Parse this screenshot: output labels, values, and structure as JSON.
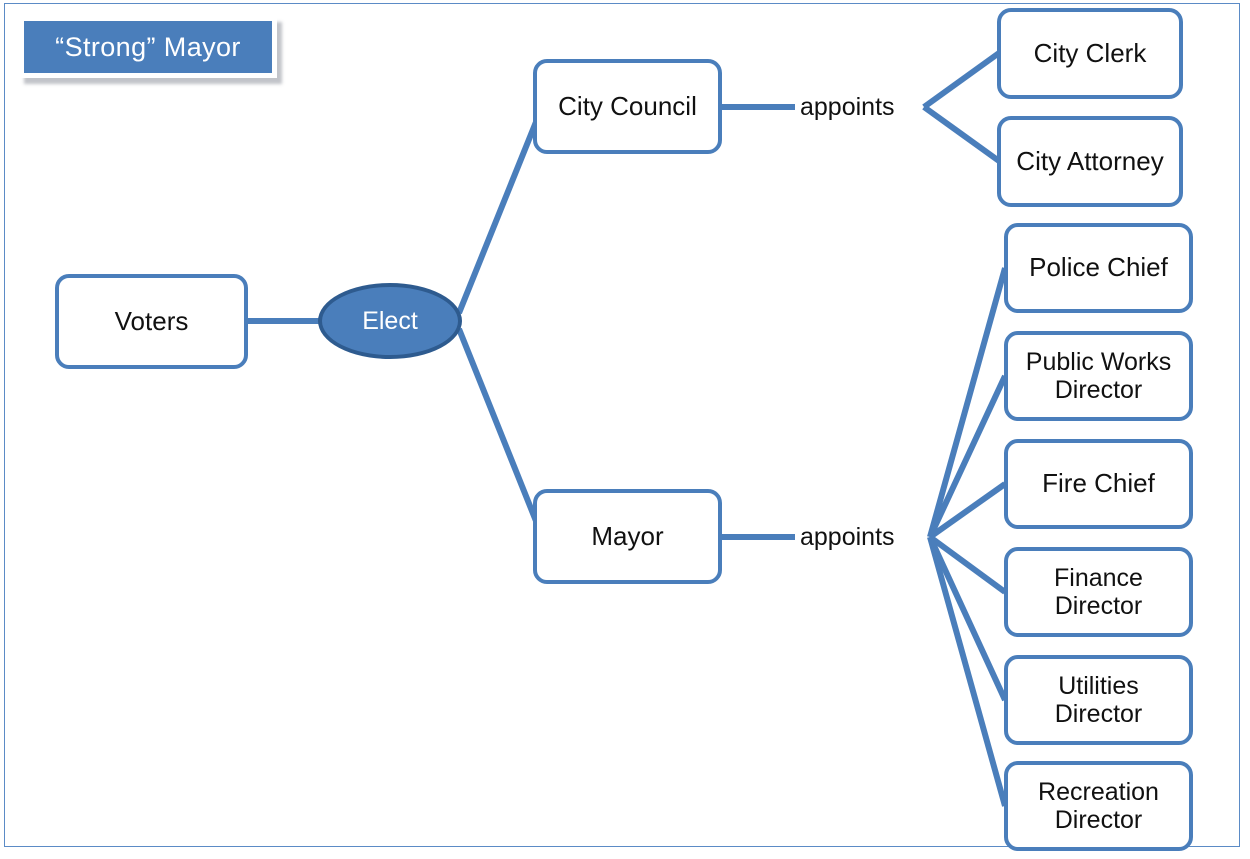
{
  "diagram": {
    "title": "“Strong” Mayor",
    "colors": {
      "accent_blue": "#4a7ebb",
      "ellipse_border": "#2e5b8f",
      "frame_blue": "#5b8bc6",
      "box_fill": "#ffffff",
      "text": "#111111",
      "title_text": "#ffffff"
    },
    "nodes": {
      "voters": {
        "label": "Voters"
      },
      "elect": {
        "label": "Elect"
      },
      "city_council": {
        "label": "City Council"
      },
      "mayor": {
        "label": "Mayor"
      },
      "city_clerk": {
        "label": "City Clerk"
      },
      "city_attorney": {
        "label": "City Attorney"
      },
      "police_chief": {
        "label": "Police Chief"
      },
      "public_works_director": {
        "label": "Public Works Director"
      },
      "fire_chief": {
        "label": "Fire Chief"
      },
      "finance_director": {
        "label": "Finance Director"
      },
      "utilities_director": {
        "label": "Utilities Director"
      },
      "recreation_director": {
        "label": "Recreation Director"
      }
    },
    "edge_labels": {
      "council_appoints": "appoints",
      "mayor_appoints": "appoints"
    }
  }
}
